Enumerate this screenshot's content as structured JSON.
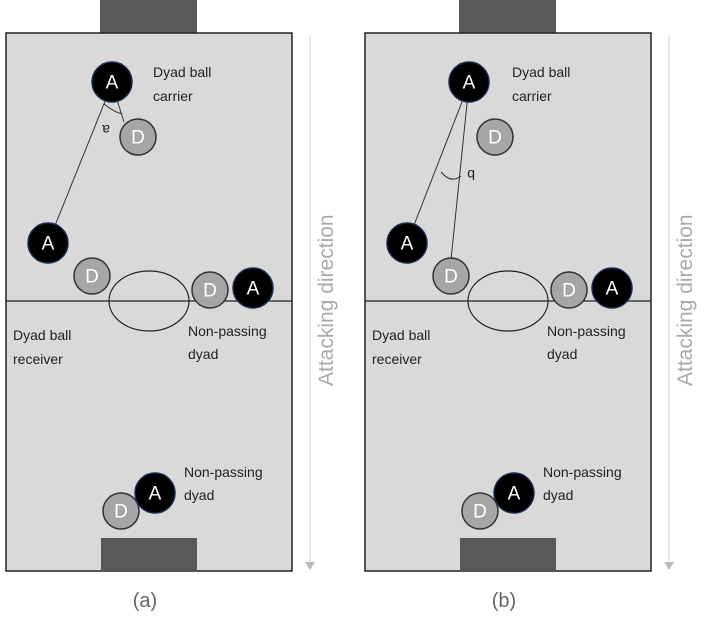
{
  "panels": [
    {
      "caption": "(a)",
      "angle_label": "a",
      "labels": {
        "carrier": [
          "Dyad ball",
          "carrier"
        ],
        "receiver": [
          "Dyad ball",
          "receiver"
        ],
        "non_passing_mid": [
          "Non-passing",
          "dyad"
        ],
        "non_passing_bottom": [
          "Non-passing",
          "dyad"
        ]
      },
      "direction": "Attacking direction"
    },
    {
      "caption": "(b)",
      "angle_label": "b",
      "labels": {
        "carrier": [
          "Dyad ball",
          "carrier"
        ],
        "receiver": [
          "Dyad ball",
          "receiver"
        ],
        "non_passing_mid": [
          "Non-passing",
          "dyad"
        ],
        "non_passing_bottom": [
          "Non-passing",
          "dyad"
        ]
      },
      "direction": "Attacking direction"
    }
  ],
  "tokens": {
    "attacker": "A",
    "defender": "D"
  },
  "colors": {
    "field": "#d9d9d9",
    "goal": "#595959",
    "attacker": "#000000",
    "defender": "#a6a6a6",
    "line": "#333333"
  }
}
